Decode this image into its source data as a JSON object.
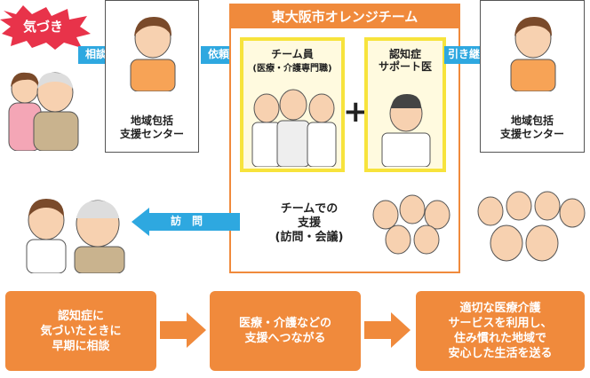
{
  "kizuki": "気づき",
  "arrows": {
    "soudan": "相談",
    "irai": "依頼",
    "hikitsugi": "引き継ぎ",
    "houmon": "訪　問"
  },
  "left_center": "地域包括\n支援センター",
  "right_center": "地域包括\n支援センター",
  "team": {
    "title": "東大阪市オレンジチーム",
    "member_title": "チーム員",
    "member_sub": "(医療・介護専門職)",
    "doctor": "認知症\nサポート医",
    "plus": "+",
    "support": "チームでの\n支援\n(訪問・会議)"
  },
  "bottom": [
    "認知症に\n気づいたときに\n早期に相談",
    "医療・介護などの\n支援へつながる",
    "適切な医療介護\nサービスを利用し、\n住み慣れた地域で\n安心した生活を送る"
  ],
  "colors": {
    "orange": "#f08a3c",
    "blue": "#2ea8e0",
    "yellow": "#f7e33c",
    "red": "#e8334a"
  }
}
